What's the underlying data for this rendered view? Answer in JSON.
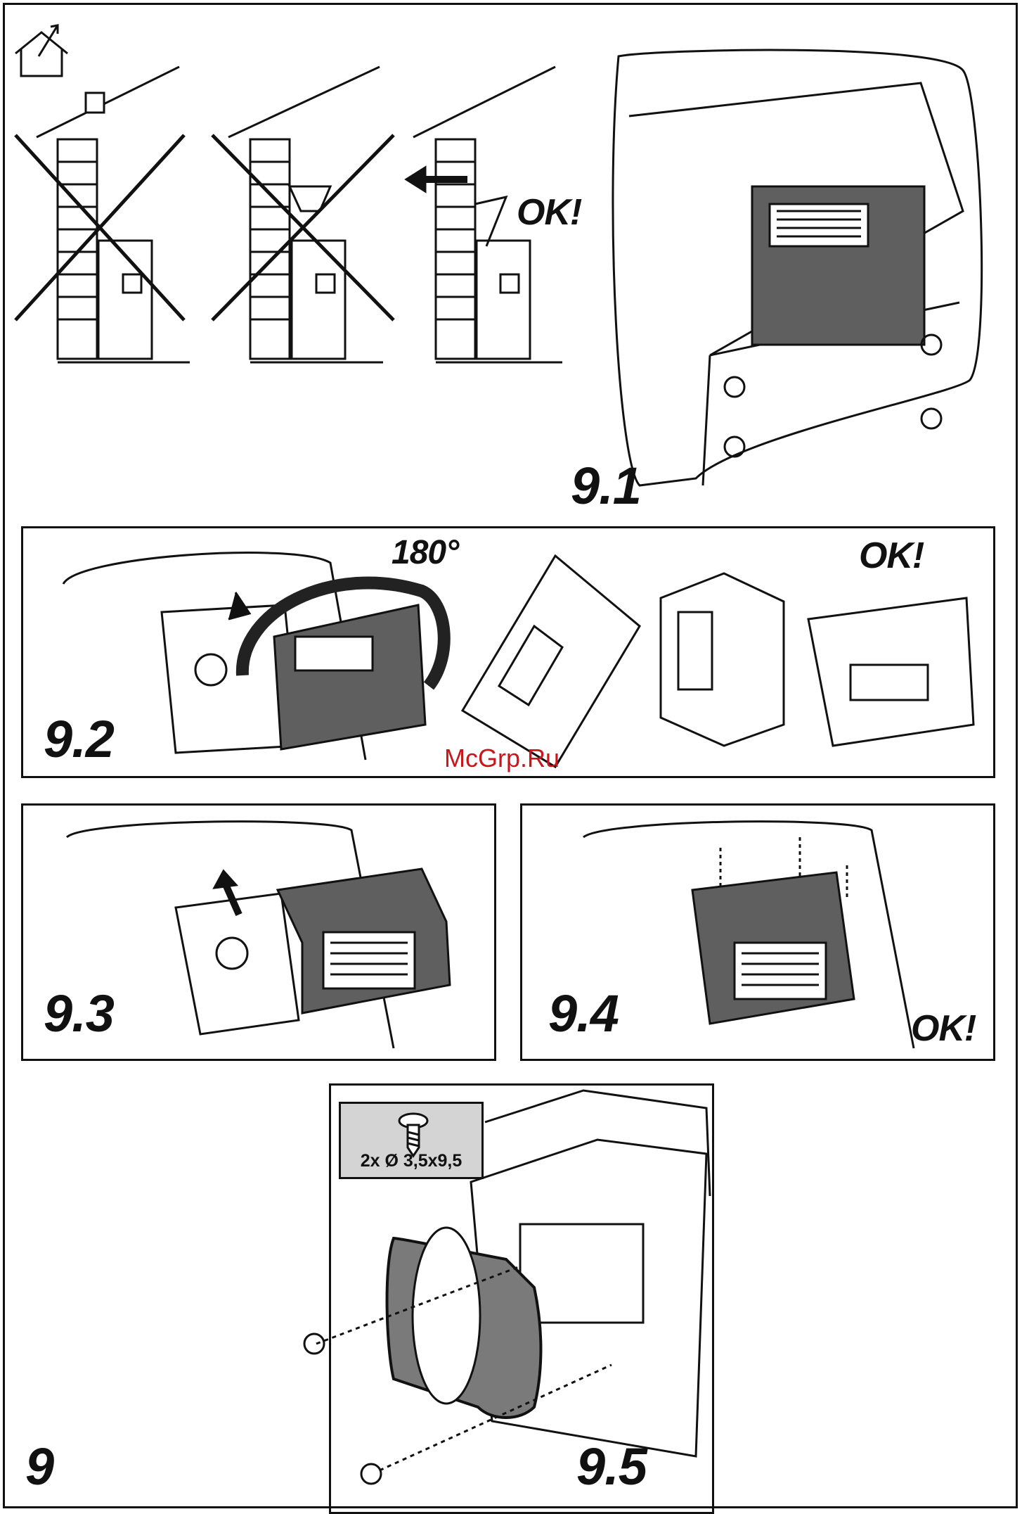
{
  "figure": {
    "main_label": "9",
    "steps": [
      {
        "id": "9.1",
        "label": "9.1"
      },
      {
        "id": "9.2",
        "label": "9.2",
        "rotation": "180°",
        "ok": "OK!"
      },
      {
        "id": "9.3",
        "label": "9.3"
      },
      {
        "id": "9.4",
        "label": "9.4",
        "ok": "OK!"
      },
      {
        "id": "9.5",
        "label": "9.5",
        "screw_spec": "2x Ø 3,5x9,5"
      }
    ],
    "ventilation_scenes": [
      {
        "status": "crossed-out"
      },
      {
        "status": "crossed-out"
      },
      {
        "status": "ok",
        "ok": "OK!"
      }
    ]
  },
  "watermark": "McGrp.Ru",
  "icons": {
    "header": "house-outdoor-vent-icon",
    "screw": "screw-icon"
  },
  "colors": {
    "line": "#111111",
    "motor_gray": "#5f5f5f",
    "ring_gray": "#7a7a7a",
    "screw_box": "#d4d4d4",
    "watermark": "#c8161d"
  }
}
